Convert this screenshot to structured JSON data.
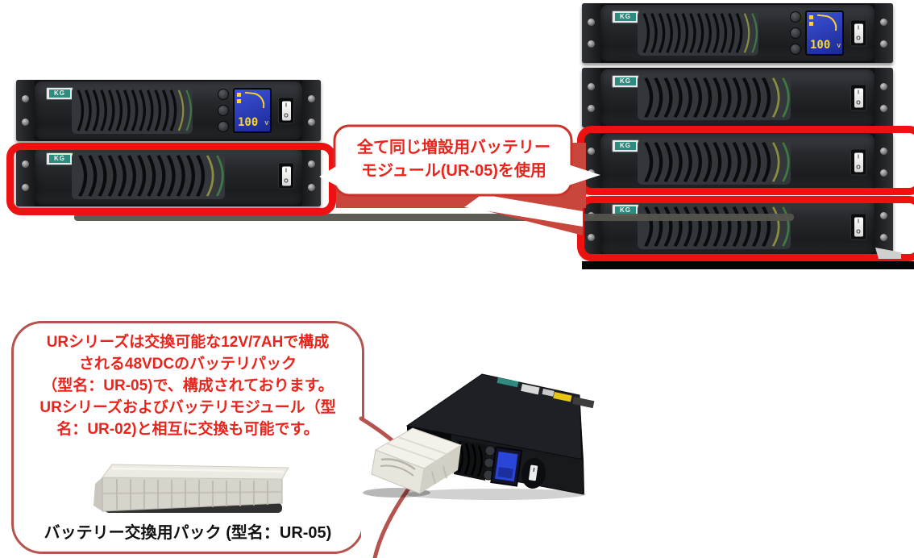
{
  "brand_label": "KG",
  "racks": {
    "left": {
      "units": [
        {
          "type": "ups"
        },
        {
          "type": "battery",
          "highlighted": true
        }
      ]
    },
    "right": {
      "units": [
        {
          "type": "ups"
        },
        {
          "type": "battery"
        },
        {
          "type": "battery",
          "highlighted": true
        },
        {
          "type": "battery",
          "highlighted": true
        }
      ]
    }
  },
  "ups_display": {
    "value": "100",
    "unit": "V"
  },
  "power_switch": {
    "on_label": "I",
    "off_label": "O"
  },
  "center_callout": {
    "line1": "全て同じ増設用バッテリー",
    "line2": "モジュール(UR-05)を使用"
  },
  "info_callout": {
    "lines": [
      "URシリーズは交換可能な12V/7AHで構成",
      "される48VDCのバッテリパック",
      "（型名：UR-05)で、構成されております。",
      "URシリーズおよびバッテリモジュール（型",
      "名：UR-02)と相互に交換も可能です。"
    ]
  },
  "battery_pack_caption": "バッテリー交換用パック (型名：UR-05)",
  "colors": {
    "highlight_red": "#ee1111",
    "callout_text_red": "#e8241c",
    "band_red": "#c9463c",
    "info_border_red": "#b5534f",
    "lcd_blue": "#2a3ab0",
    "lcd_yellow": "#ffd427",
    "badge_teal": "#2e8b80"
  }
}
